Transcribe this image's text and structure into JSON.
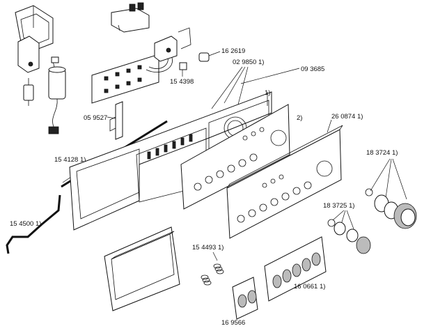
{
  "diagram": {
    "labels": {
      "cable_clip": "16 2619",
      "connector": "15 4398",
      "indicator_pair": "02 9850 1)",
      "indicator_single": "09 3685",
      "footnote_a": "1)",
      "footnote_b": "2)",
      "bracket": "05 9527",
      "front_panel": "26 0874 1)",
      "knob_set_large": "18 3724 1)",
      "knob_set_small": "18 3725 1)",
      "seal_strip": "15 4128 1)",
      "rod": "15 4500 1)",
      "springs": "15 4493 1)",
      "button_bank": "16 0661 1)",
      "button_pair": "16 9566"
    }
  }
}
